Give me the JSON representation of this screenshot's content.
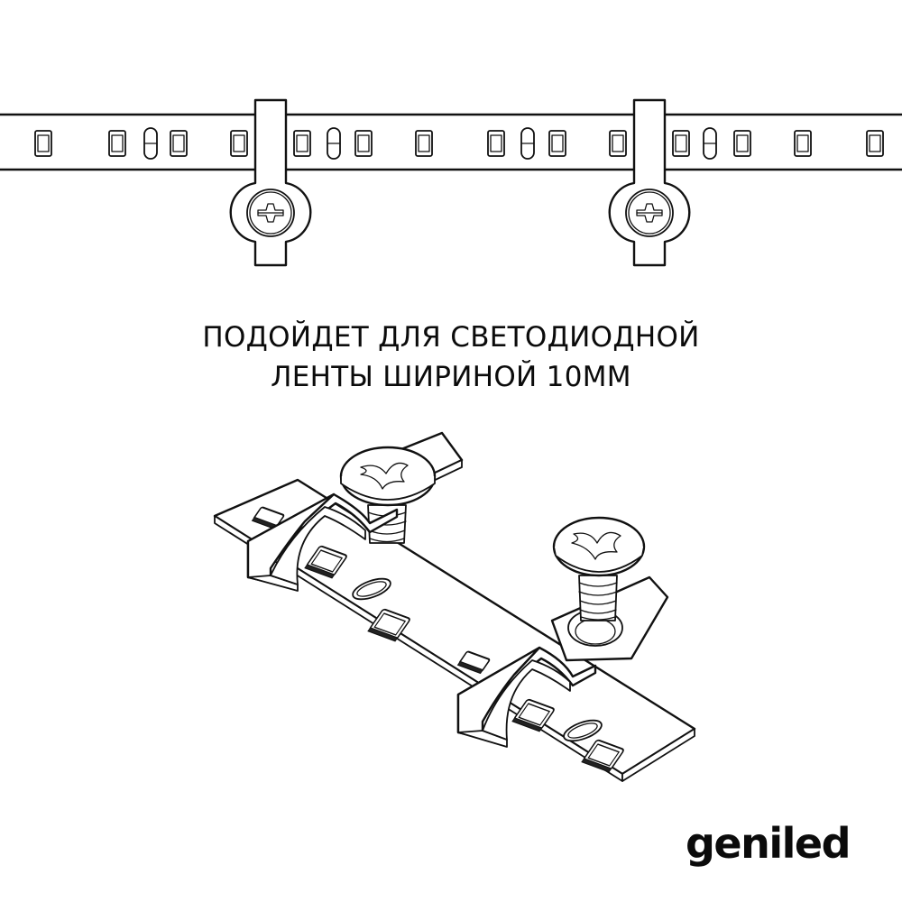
{
  "caption": {
    "line1": "ПОДОЙДЕТ ДЛЯ СВЕТОДИОДНОЙ",
    "line2": "ЛЕНТЫ ШИРИНОЙ 10ММ"
  },
  "brand": {
    "name": "geniled"
  },
  "colors": {
    "ink": "#111111",
    "background": "#ffffff"
  }
}
